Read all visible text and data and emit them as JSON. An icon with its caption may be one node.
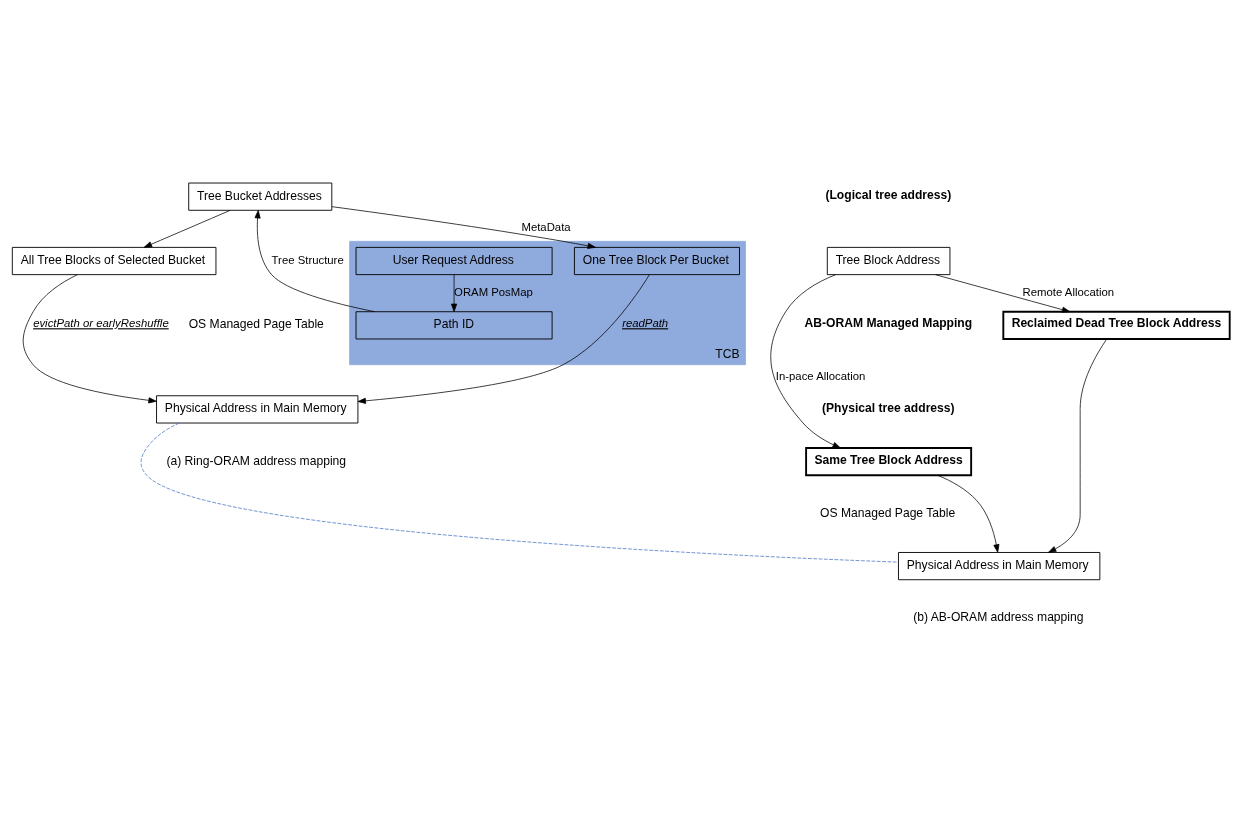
{
  "diagram": {
    "nodes": [
      {
        "text": [
          "TCB"
        ]
      },
      {
        "text": [
          "User Request Address"
        ],
        "in": 0
      },
      {
        "text": [
          "Path ID"
        ],
        "in": 0
      },
      {
        "text": [
          "Tree Bucket Addresses"
        ]
      },
      {
        "text": [
          "All Tree Blocks of Selected Bucket"
        ]
      },
      {
        "text": [
          "One Tree Block Per Bucket"
        ],
        "in": 0
      },
      {
        "text": [
          "Physical Address in Main Memory"
        ]
      },
      {
        "text": [
          "Tree Block Address"
        ]
      },
      {
        "text": [
          "Same Tree Block Address"
        ]
      },
      {
        "text": [
          "Reclaimed Dead Tree Block Address"
        ]
      },
      {
        "text": [
          "Physical Address in Main Memory"
        ]
      }
    ],
    "edges": [
      {
        "from": 1,
        "to": 2,
        "arrow": "to",
        "label": "ORAM PosMap"
      },
      {
        "from": 2,
        "to": 3,
        "arrow": "to",
        "label": "Tree Structure"
      },
      {
        "from": 3,
        "to": 4,
        "arrow": "to"
      },
      {
        "from": 3,
        "to": 5,
        "arrow": "to",
        "label": "MetaData"
      },
      {
        "from": 4,
        "to": 6,
        "arrow": "to",
        "label": "evictPath or earlyReshuffle"
      },
      {
        "from": 5,
        "to": 6,
        "arrow": "to",
        "label": "readPath"
      },
      {
        "from": 7,
        "to": 8,
        "arrow": "to",
        "label": "In-pace Allocation"
      },
      {
        "from": 7,
        "to": 9,
        "arrow": "to",
        "label": "Remote Allocation"
      },
      {
        "from": 8,
        "to": 10,
        "arrow": "to"
      },
      {
        "from": 9,
        "to": 10,
        "arrow": "to"
      },
      {
        "from": 6,
        "to": 10,
        "arrow": "none",
        "style": "dashed",
        "color": "#4472c4"
      }
    ],
    "labels": [
      "(Logical tree address)",
      "AB-ORAM Managed Mapping",
      "(Physical tree address)",
      "OS Managed Page Table",
      "OS Managed Page Table",
      "(a) Ring-ORAM address mapping",
      "(b) AB-ORAM address mapping"
    ]
  }
}
